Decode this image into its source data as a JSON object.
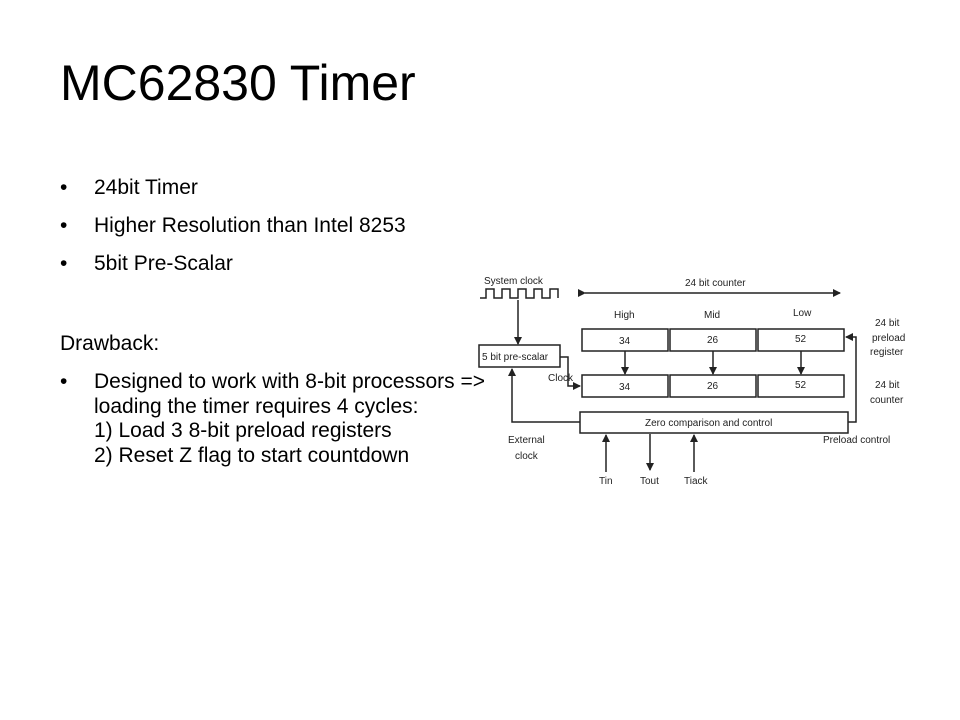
{
  "slide": {
    "title": "MC62830  Timer",
    "bullet_char": "•",
    "bullets": [
      "24bit Timer",
      "Higher Resolution than Intel 8253",
      "5bit Pre-Scalar"
    ],
    "drawback_heading": "Drawback:",
    "drawback_bullet": "Designed to work with 8-bit processors => loading the timer requires 4 cycles:\n1) Load 3 8-bit preload registers\n2) Reset Z flag to start countdown"
  },
  "diagram": {
    "system_clock": "System clock",
    "counter_width": "24 bit counter",
    "high": "High",
    "mid": "Mid",
    "low": "Low",
    "preload_values": [
      "34",
      "26",
      "52"
    ],
    "counter_values": [
      "34",
      "26",
      "52"
    ],
    "prescalar": "5 bit pre-scalar",
    "clock": "Clock",
    "preload_reg_l1": "24 bit",
    "preload_reg_l2": "preload",
    "preload_reg_l3": "register",
    "counter_l1": "24 bit",
    "counter_l2": "counter",
    "zero_box": "Zero comparison and control",
    "external_l1": "External",
    "external_l2": "clock",
    "preload_control": "Preload control",
    "tin": "Tin",
    "tout": "Tout",
    "tiack": "Tiack"
  }
}
